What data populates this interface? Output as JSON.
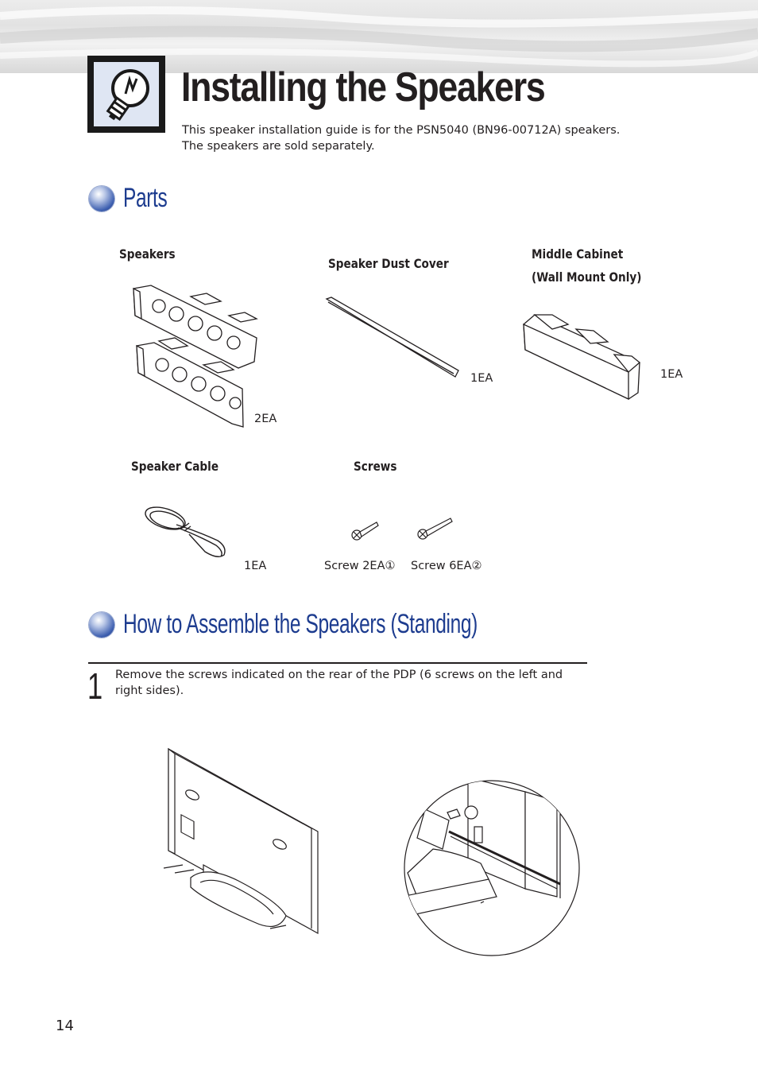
{
  "header": {
    "icon": "lightbulb-icon",
    "title": "Installing the Speakers",
    "intro_line1": "This speaker installation guide is for the PSN5040 (BN96-00712A) speakers.",
    "intro_line2": "The speakers are sold separately."
  },
  "parts": {
    "heading": "Parts",
    "items": [
      {
        "label": "Speakers",
        "qty": "2EA",
        "icon": "speaker-pair-icon"
      },
      {
        "label": "Speaker Dust Cover",
        "qty": "1EA",
        "icon": "dust-cover-icon"
      },
      {
        "label_line1": "Middle Cabinet",
        "label_line2": "(Wall Mount Only)",
        "qty": "1EA",
        "icon": "middle-cabinet-icon"
      },
      {
        "label": "Speaker Cable",
        "qty": "1EA",
        "icon": "cable-coil-icon"
      },
      {
        "label": "Screws",
        "screw1": "Screw 2EA①",
        "screw2": "Screw 6EA②",
        "icon": "screw-icon"
      }
    ]
  },
  "assemble": {
    "heading": "How to Assemble the Speakers (Standing)",
    "steps": [
      {
        "number": "1",
        "text": "Remove the screws indicated on the rear of the PDP (6 screws on the left and right sides)."
      }
    ]
  },
  "footer": {
    "page_number": "14"
  }
}
